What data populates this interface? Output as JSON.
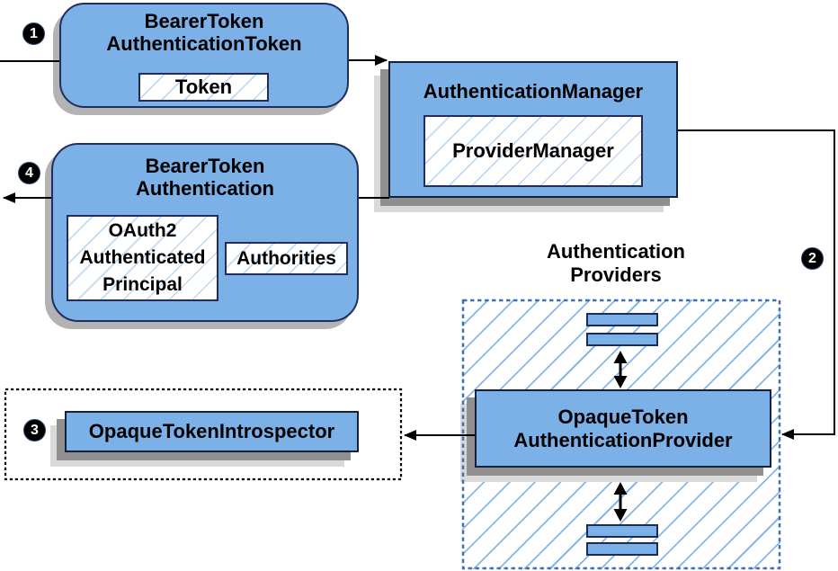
{
  "diagram": {
    "description": "Opaque token authentication flow diagram",
    "colors": {
      "node_fill": "#7CB1E8",
      "rounded_node_border": "#1F3060",
      "rect_node_border": "#13203F",
      "inner_box_border": "#222C5E",
      "hatch_line_strong": "#85B6E8",
      "hatch_line_light": "#BFD9F3",
      "providers_dashed_border": "#3E6FB8",
      "introspector_dashed_border": "#000000",
      "shadow_dark": "#8F8F8F",
      "shadow_light": "#D9D9D9",
      "rounded_shadow": "#B3B3B3",
      "arrow": "#000000",
      "badge_background": "#000000",
      "badge_text": "#FFFFFF"
    }
  },
  "badges": {
    "step1": "1",
    "step2": "2",
    "step3": "3",
    "step4": "4"
  },
  "nodes": {
    "bearer_token_authentication_token": {
      "title_line1": "BearerToken",
      "title_line2": "AuthenticationToken",
      "token_label": "Token"
    },
    "authentication_manager": {
      "title": "AuthenticationManager",
      "provider_manager_label": "ProviderManager"
    },
    "bearer_token_authentication": {
      "title_line1": "BearerToken",
      "title_line2": "Authentication",
      "principal_line1": "OAuth2",
      "principal_line2": "Authenticated",
      "principal_line3": "Principal",
      "authorities_label": "Authorities"
    },
    "authentication_providers": {
      "label_line1": "Authentication",
      "label_line2": "Providers"
    },
    "opaque_token_authentication_provider": {
      "title_line1": "OpaqueToken",
      "title_line2": "AuthenticationProvider"
    },
    "opaque_token_introspector": {
      "title": "OpaqueTokenIntrospector"
    }
  }
}
